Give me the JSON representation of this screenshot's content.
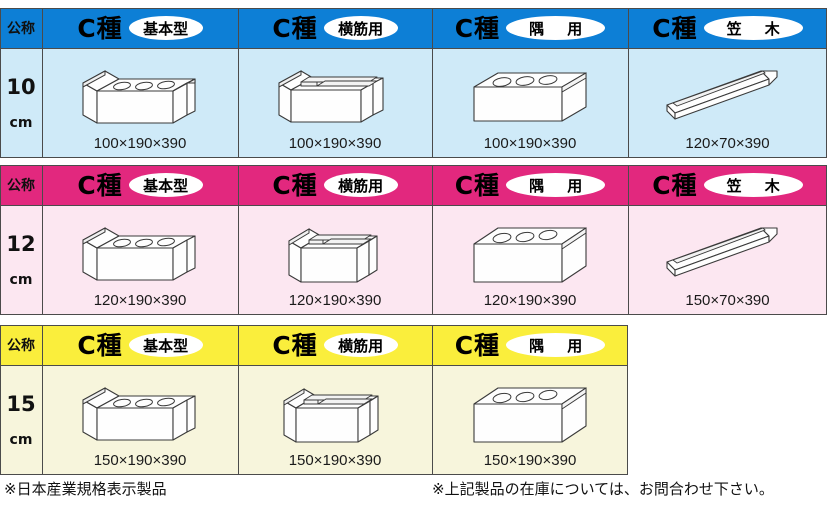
{
  "colors": {
    "row1_header_bg": "#0d7fd6",
    "row1_body_bg": "#cfeaf8",
    "row2_header_bg": "#e2287e",
    "row2_body_bg": "#fce7f1",
    "row3_header_bg": "#faee3c",
    "row3_body_bg": "#f7f5dc",
    "grid_line": "#4b4b4b",
    "text": "#111111",
    "pill_bg": "#ffffff"
  },
  "nominal_header_label": "公称",
  "rows": [
    {
      "nominal_value": "10",
      "nominal_unit": "cm",
      "header_bg": "#0d7fd6",
      "body_bg": "#cfeaf8",
      "cells": [
        {
          "kind": "C種",
          "type_label": "基本型",
          "dimension": "100×190×390",
          "art": "basic"
        },
        {
          "kind": "C種",
          "type_label": "横筋用",
          "dimension": "100×190×390",
          "art": "channel"
        },
        {
          "kind": "C種",
          "type_label": "隅 用",
          "dimension": "100×190×390",
          "art": "corner"
        },
        {
          "kind": "C種",
          "type_label": "笠 木",
          "dimension": "120×70×390",
          "art": "cap"
        }
      ]
    },
    {
      "nominal_value": "12",
      "nominal_unit": "cm",
      "header_bg": "#e2287e",
      "body_bg": "#fce7f1",
      "cells": [
        {
          "kind": "C種",
          "type_label": "基本型",
          "dimension": "120×190×390",
          "art": "basic"
        },
        {
          "kind": "C種",
          "type_label": "横筋用",
          "dimension": "120×190×390",
          "art": "channel"
        },
        {
          "kind": "C種",
          "type_label": "隅 用",
          "dimension": "120×190×390",
          "art": "corner"
        },
        {
          "kind": "C種",
          "type_label": "笠 木",
          "dimension": "150×70×390",
          "art": "cap"
        }
      ]
    },
    {
      "nominal_value": "15",
      "nominal_unit": "cm",
      "header_bg": "#faee3c",
      "body_bg": "#f7f5dc",
      "cells": [
        {
          "kind": "C種",
          "type_label": "基本型",
          "dimension": "150×190×390",
          "art": "basic"
        },
        {
          "kind": "C種",
          "type_label": "横筋用",
          "dimension": "150×190×390",
          "art": "channel"
        },
        {
          "kind": "C種",
          "type_label": "隅 用",
          "dimension": "150×190×390",
          "art": "corner"
        }
      ]
    }
  ],
  "footer": {
    "left_note": "※日本産業規格表示製品",
    "right_note": "※上記製品の在庫については、お問合わせ下さい。"
  }
}
